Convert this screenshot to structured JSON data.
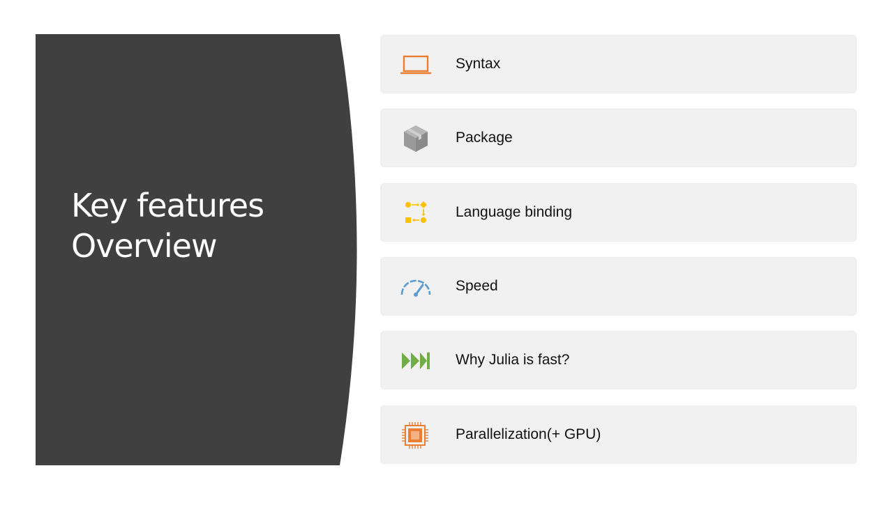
{
  "slide": {
    "title_line1": "Key features",
    "title_line2": "Overview"
  },
  "colors": {
    "panel": "#404040",
    "card": "#f1f1f1",
    "orange": "#ed7d31",
    "gray": "#9e9e9e",
    "gold": "#ffc000",
    "blue": "#5b9bd5",
    "green": "#70ad47"
  },
  "features": [
    {
      "label": "Syntax",
      "icon": "laptop-icon"
    },
    {
      "label": "Package",
      "icon": "package-box-icon"
    },
    {
      "label": "Language binding",
      "icon": "process-flow-icon"
    },
    {
      "label": "Speed",
      "icon": "speedometer-icon"
    },
    {
      "label": "Why Julia is fast?",
      "icon": "fast-forward-icon"
    },
    {
      "label": "Parallelization(+ GPU)",
      "icon": "processor-chip-icon"
    }
  ]
}
